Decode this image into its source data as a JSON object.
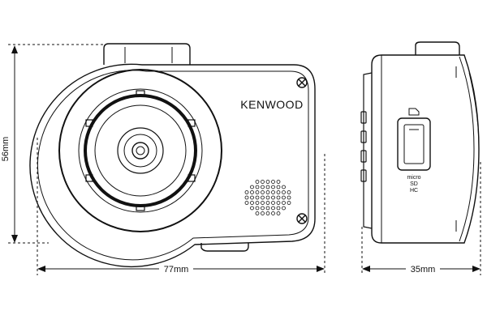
{
  "dimensions": {
    "height_label": "56mm",
    "width_label": "77mm",
    "depth_label": "35mm"
  },
  "front_view": {
    "brand": "KENWOOD"
  },
  "side_view": {
    "slot_label_line1": "micro",
    "slot_label_line2": "SD",
    "slot_label_line3": "HC"
  }
}
